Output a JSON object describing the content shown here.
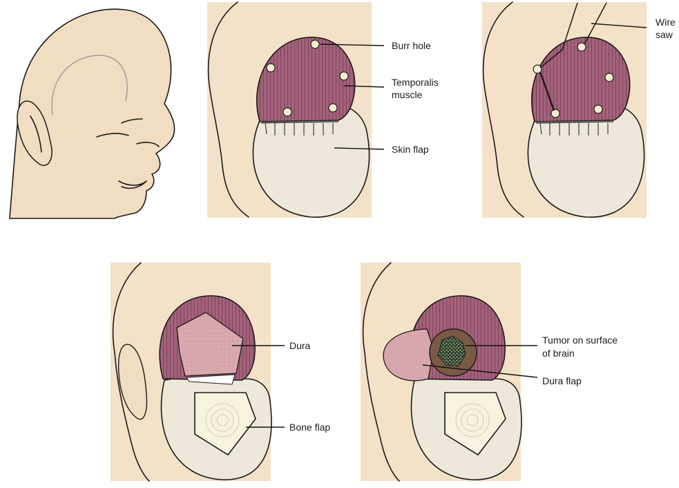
{
  "figure": {
    "colors": {
      "background": "#ffffff",
      "skin": "#f1ddc1",
      "panel": "#f4e2c8",
      "muscle": "#a3627a",
      "muscle_stripe": "#7a3e58",
      "skin_flap": "#ede8d9",
      "dura": "#d8a7ae",
      "bone_flap": "#f7f3de",
      "tumor_ring": "#7a5a45",
      "tumor": "#2f3a2a",
      "tumor_speckle": "#9fd19a",
      "outline": "#1a1a1a"
    },
    "panels": [
      {
        "id": "panel-1-head-incision",
        "labels": []
      },
      {
        "id": "panel-2-burr-holes",
        "labels": [
          "Burr hole",
          "Temporalis muscle",
          "Skin flap"
        ]
      },
      {
        "id": "panel-3-wire-saw",
        "labels": [
          "Wire saw"
        ]
      },
      {
        "id": "panel-4-bone-flap",
        "labels": [
          "Dura",
          "Bone flap"
        ]
      },
      {
        "id": "panel-5-dura-flap",
        "labels": [
          "Tumor on surface of brain",
          "Dura flap"
        ]
      }
    ],
    "labels": {
      "burr_hole": "Burr hole",
      "temporalis_1": "Temporalis",
      "temporalis_2": "muscle",
      "skin_flap": "Skin flap",
      "wire_1": "Wire",
      "wire_2": "saw",
      "dura": "Dura",
      "bone_flap": "Bone flap",
      "tumor_1": "Tumor on surface",
      "tumor_2": "of brain",
      "dura_flap": "Dura flap"
    }
  }
}
